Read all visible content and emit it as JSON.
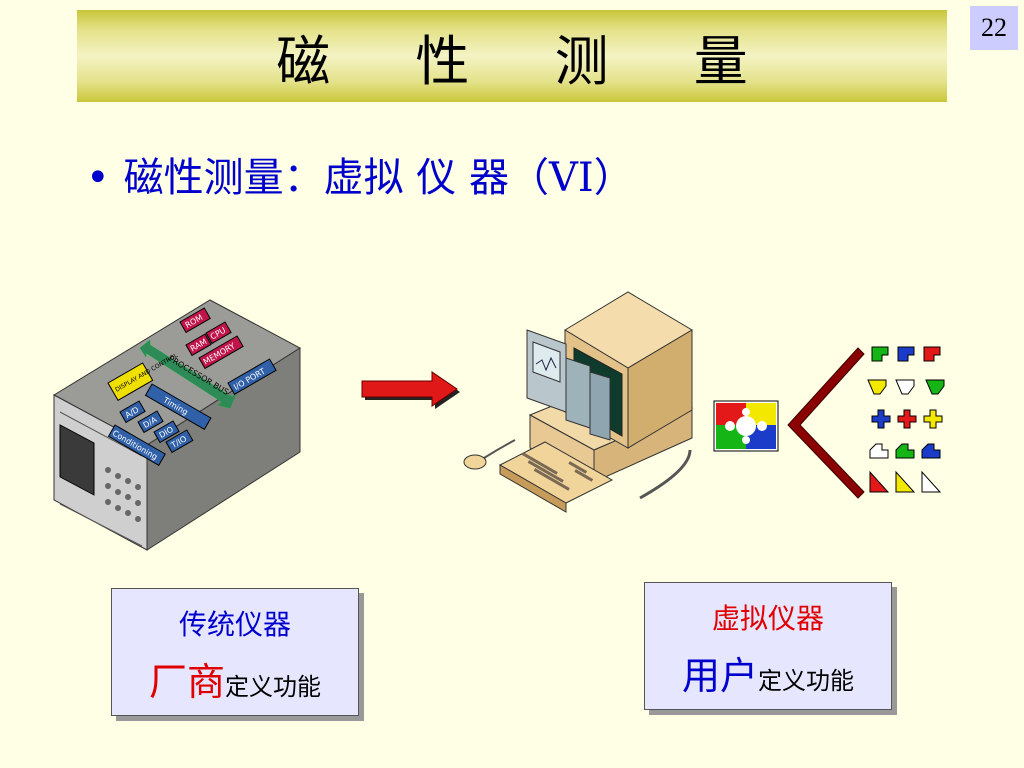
{
  "slide": {
    "title": "磁 性 测 量",
    "page_number": "22",
    "bullet": "磁性测量：虚拟 仪 器（VI）"
  },
  "diagram": {
    "instrument_labels": {
      "rom": "ROM",
      "ram": "RAM",
      "cpu": "CPU",
      "memory": "MEMORY",
      "processor_bus": "PROCESSOR BUS",
      "display_control": "DISPLAY AND CONTROL",
      "io_port": "I/O PORT",
      "timing": "Timing",
      "ad": "A/D",
      "da": "D/A",
      "dio": "DIO",
      "tio": "T/IO",
      "conditioning": "Conditioning"
    }
  },
  "boxes": {
    "traditional": {
      "title": "传统仪器",
      "owner": "厂商",
      "suffix": "定义功能"
    },
    "virtual": {
      "title": "虚拟仪器",
      "owner": "用户",
      "suffix": "定义功能"
    }
  },
  "colors": {
    "background": "#FFFFE6",
    "title_bar": "#D8D656",
    "bullet_text": "#0000CC",
    "accent_red": "#E00000",
    "box_fill": "#E6E6FF",
    "page_badge": "#CCCCFF"
  }
}
